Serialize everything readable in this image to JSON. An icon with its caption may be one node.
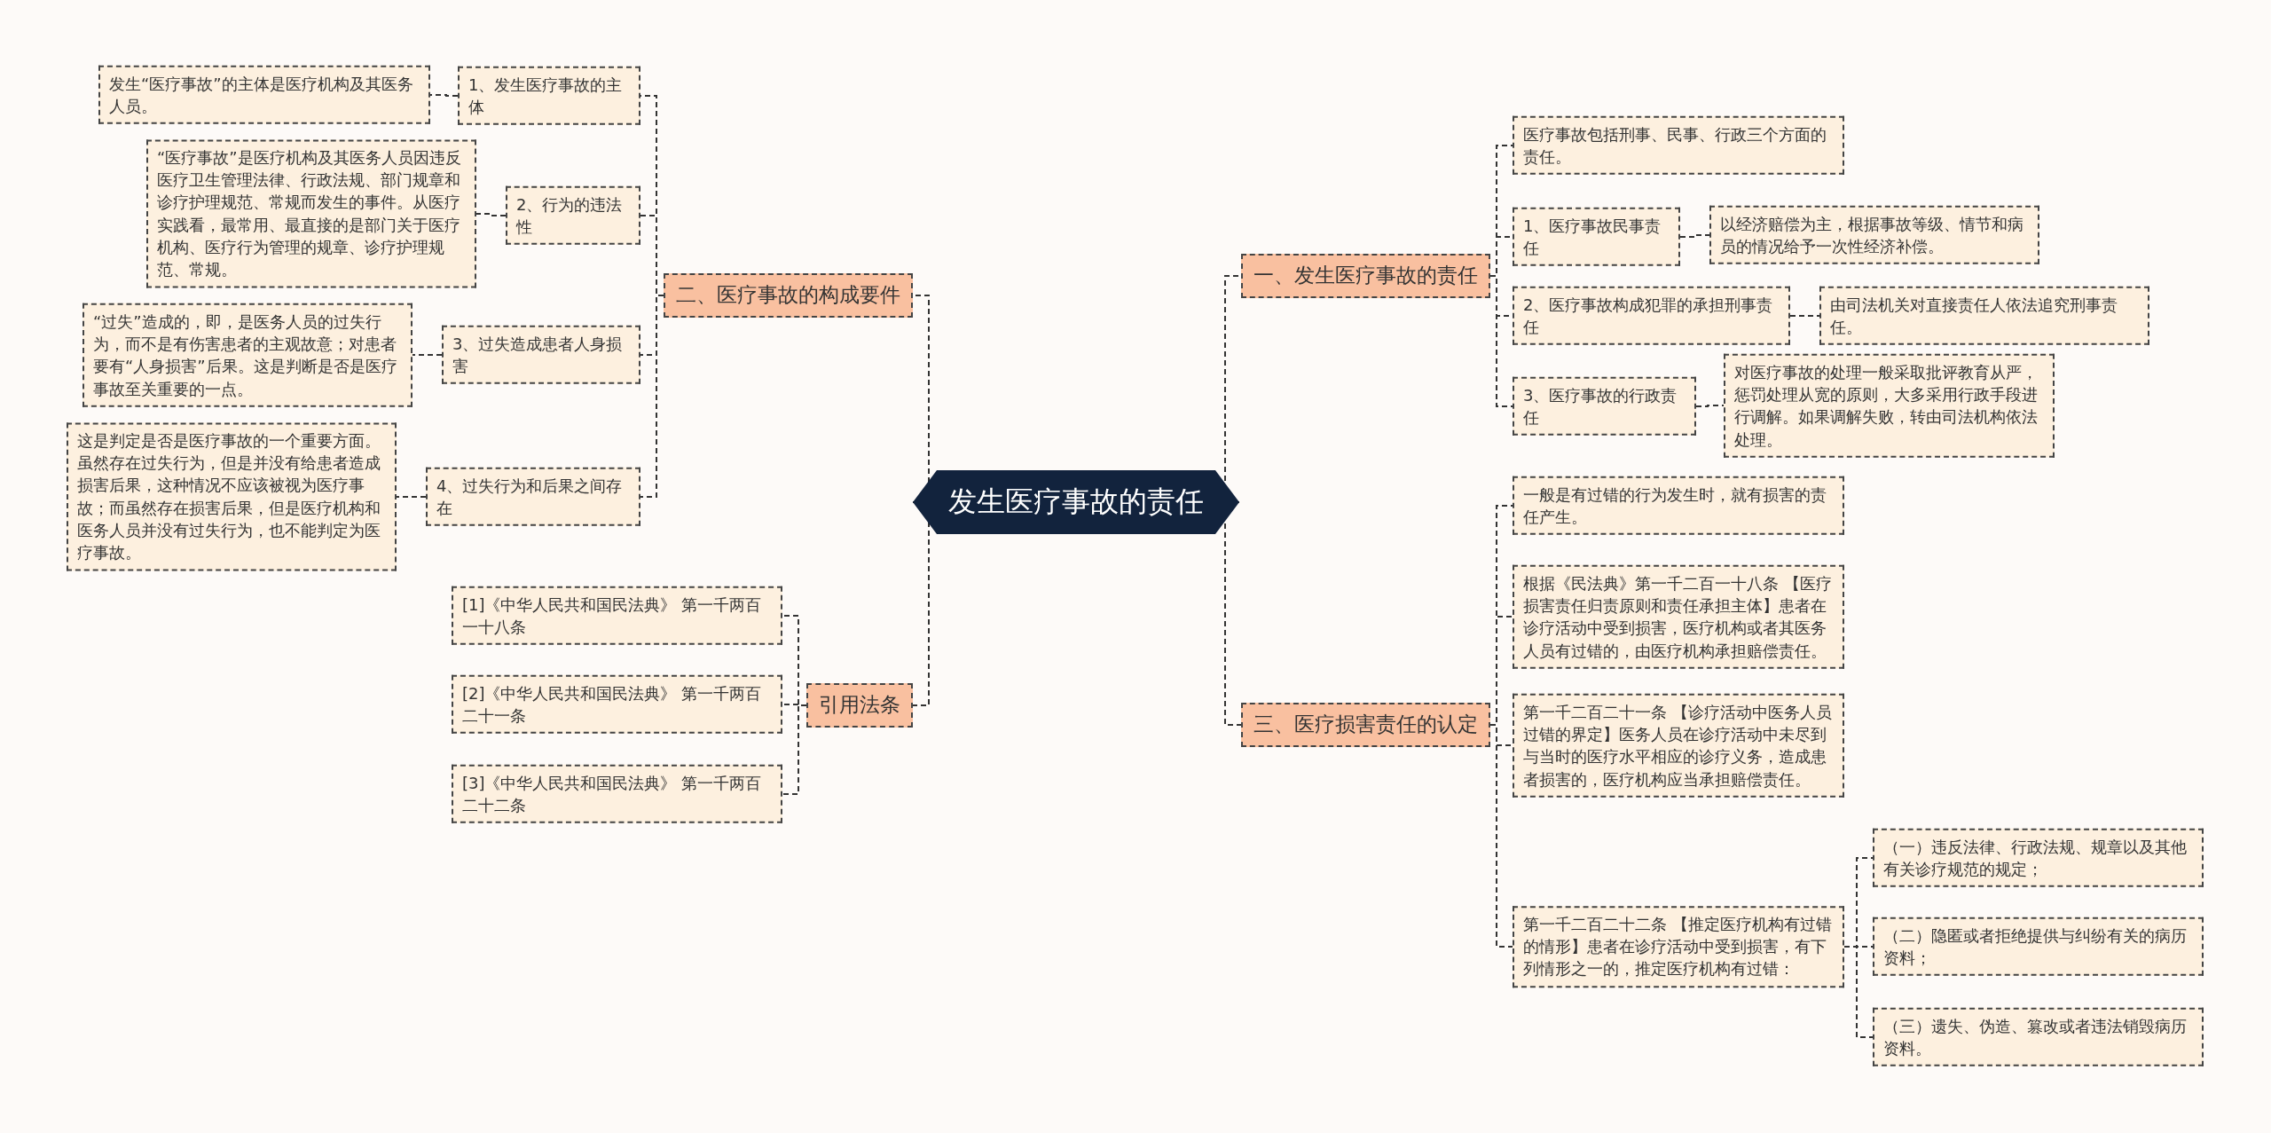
{
  "diagram": {
    "nodes": [
      {
        "text": [
          "发生医疗事故的责任"
        ]
      },
      {
        "text": [
          "一、发生医疗事故的责任"
        ]
      },
      {
        "text": [
          "医疗事故包括刑事、民事、行政三个方面的责任。"
        ]
      },
      {
        "text": [
          "1、医疗事故民事责任"
        ]
      },
      {
        "text": [
          "以经济赔偿为主，根据事故等级、情节和病员的情况给予一次性经济补偿。"
        ]
      },
      {
        "text": [
          "2、医疗事故构成犯罪的承担刑事责任"
        ]
      },
      {
        "text": [
          "由司法机关对直接责任人依法追究刑事责任。"
        ]
      },
      {
        "text": [
          "3、医疗事故的行政责任"
        ]
      },
      {
        "text": [
          "对医疗事故的处理一般采取批评教育从严，惩罚处理从宽的原则，大多采用行政手段进行调解。如果调解失败，转由司法机构依法处理。"
        ]
      },
      {
        "text": [
          "三、医疗损害责任的认定"
        ]
      },
      {
        "text": [
          "一般是有过错的行为发生时，就有损害的责任产生。"
        ]
      },
      {
        "text": [
          "根据《民法典》第一千二百一十八条 【医疗损害责任归责原则和责任承担主体】患者在诊疗活动中受到损害，医疗机构或者其医务人员有过错的，由医疗机构承担赔偿责任。"
        ]
      },
      {
        "text": [
          "第一千二百二十一条 【诊疗活动中医务人员过错的界定】医务人员在诊疗活动中未尽到与当时的医疗水平相应的诊疗义务，造成患者损害的，医疗机构应当承担赔偿责任。"
        ]
      },
      {
        "text": [
          "第一千二百二十二条 【推定医疗机构有过错的情形】患者在诊疗活动中受到损害，有下列情形之一的，推定医疗机构有过错："
        ]
      },
      {
        "text": [
          "（一）违反法律、行政法规、规章以及其他有关诊疗规范的规定；"
        ]
      },
      {
        "text": [
          "（二）隐匿或者拒绝提供与纠纷有关的病历资料；"
        ]
      },
      {
        "text": [
          "（三）遗失、伪造、篡改或者违法销毁病历资料。"
        ]
      },
      {
        "text": [
          "二、医疗事故的构成要件"
        ]
      },
      {
        "text": [
          "1、发生医疗事故的主体"
        ]
      },
      {
        "text": [
          "发生“医疗事故”的主体是医疗机构及其医务人员。"
        ]
      },
      {
        "text": [
          "2、行为的违法性"
        ]
      },
      {
        "text": [
          "“医疗事故”是医疗机构及其医务人员因违反医疗卫生管理法律、行政法规、部门规章和诊疗护理规范、常规而发生的事件。从医疗实践看，最常用、最直接的是部门关于医疗机构、医疗行为管理的规章、诊疗护理规范、常规。"
        ]
      },
      {
        "text": [
          "3、过失造成患者人身损害"
        ]
      },
      {
        "text": [
          "“过失”造成的，即，是医务人员的过失行为，而不是有伤害患者的主观故意；对患者要有“人身损害”后果。这是判断是否是医疗事故至关重要的一点。"
        ]
      },
      {
        "text": [
          "4、过失行为和后果之间存在"
        ]
      },
      {
        "text": [
          "这是判定是否是医疗事故的一个重要方面。虽然存在过失行为，但是并没有给患者造成损害后果，这种情况不应该被视为医疗事故；而虽然存在损害后果，但是医疗机构和医务人员并没有过失行为，也不能判定为医疗事故。"
        ]
      },
      {
        "text": [
          "引用法条"
        ]
      },
      {
        "text": [
          "[1]《中华人民共和国民法典》 第一千两百一十八条"
        ]
      },
      {
        "text": [
          "[2]《中华人民共和国民法典》 第一千两百二十一条"
        ]
      },
      {
        "text": [
          "[3]《中华人民共和国民法典》 第一千两百二十二条"
        ]
      }
    ],
    "edges": [
      {
        "from": 0,
        "to": 1,
        "arrow": "none"
      },
      {
        "from": 1,
        "to": 2,
        "arrow": "none"
      },
      {
        "from": 1,
        "to": 3,
        "arrow": "none"
      },
      {
        "from": 3,
        "to": 4,
        "arrow": "none"
      },
      {
        "from": 1,
        "to": 5,
        "arrow": "none"
      },
      {
        "from": 5,
        "to": 6,
        "arrow": "none"
      },
      {
        "from": 1,
        "to": 7,
        "arrow": "none"
      },
      {
        "from": 7,
        "to": 8,
        "arrow": "none"
      },
      {
        "from": 0,
        "to": 9,
        "arrow": "none"
      },
      {
        "from": 9,
        "to": 10,
        "arrow": "none"
      },
      {
        "from": 9,
        "to": 11,
        "arrow": "none"
      },
      {
        "from": 9,
        "to": 12,
        "arrow": "none"
      },
      {
        "from": 9,
        "to": 13,
        "arrow": "none"
      },
      {
        "from": 13,
        "to": 14,
        "arrow": "none"
      },
      {
        "from": 13,
        "to": 15,
        "arrow": "none"
      },
      {
        "from": 13,
        "to": 16,
        "arrow": "none"
      },
      {
        "from": 0,
        "to": 17,
        "arrow": "none"
      },
      {
        "from": 17,
        "to": 18,
        "arrow": "none"
      },
      {
        "from": 18,
        "to": 19,
        "arrow": "none"
      },
      {
        "from": 17,
        "to": 20,
        "arrow": "none"
      },
      {
        "from": 20,
        "to": 21,
        "arrow": "none"
      },
      {
        "from": 17,
        "to": 22,
        "arrow": "none"
      },
      {
        "from": 22,
        "to": 23,
        "arrow": "none"
      },
      {
        "from": 17,
        "to": 24,
        "arrow": "none"
      },
      {
        "from": 24,
        "to": 25,
        "arrow": "none"
      },
      {
        "from": 0,
        "to": 26,
        "arrow": "none"
      },
      {
        "from": 26,
        "to": 27,
        "arrow": "none"
      },
      {
        "from": 26,
        "to": 28,
        "arrow": "none"
      },
      {
        "from": 26,
        "to": 29,
        "arrow": "none"
      }
    ]
  }
}
